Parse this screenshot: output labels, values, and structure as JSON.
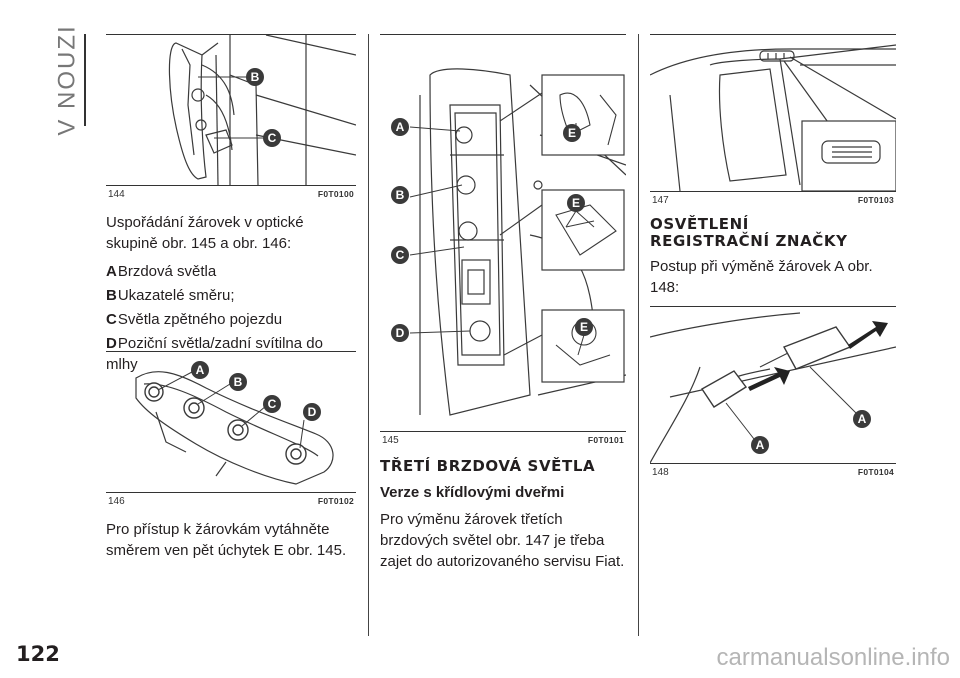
{
  "chapter_tab": "V NOUZI",
  "page_number": "122",
  "watermark": "carmanualsonline.info",
  "figures": {
    "f144": {
      "number": "144",
      "code": "F0T0100"
    },
    "f145": {
      "number": "145",
      "code": "F0T0101"
    },
    "f146": {
      "number": "146",
      "code": "F0T0102"
    },
    "f147": {
      "number": "147",
      "code": "F0T0103"
    },
    "f148": {
      "number": "148",
      "code": "F0T0104"
    }
  },
  "labels": {
    "A": "A",
    "B": "B",
    "C": "C",
    "D": "D",
    "E": "E"
  },
  "col1": {
    "intro": "Uspořádání žárovek v optické skupině obr. 145 a obr. 146:",
    "items": [
      {
        "key": "A",
        "text": "Brzdová světla"
      },
      {
        "key": "B",
        "text": "Ukazatelé směru;"
      },
      {
        "key": "C",
        "text": "Světla zpětného pojezdu"
      },
      {
        "key": "D",
        "text": "Poziční světla/zadní svítilna do mlhy"
      }
    ],
    "access": "Pro přístup k žárovkám vytáhněte směrem ven pět úchytek E obr. 145."
  },
  "col2": {
    "heading": "TŘETÍ BRZDOVÁ SVĚTLA",
    "subheading": "Verze s křídlovými dveřmi",
    "text": "Pro výměnu žárovek třetích brzdových světel obr. 147 je třeba zajet do autorizovaného servisu Fiat."
  },
  "col3": {
    "heading_line1": "OSVĚTLENÍ",
    "heading_line2": "REGISTRAČNÍ ZNAČKY",
    "text": "Postup při výměně žárovek A obr. 148:"
  }
}
